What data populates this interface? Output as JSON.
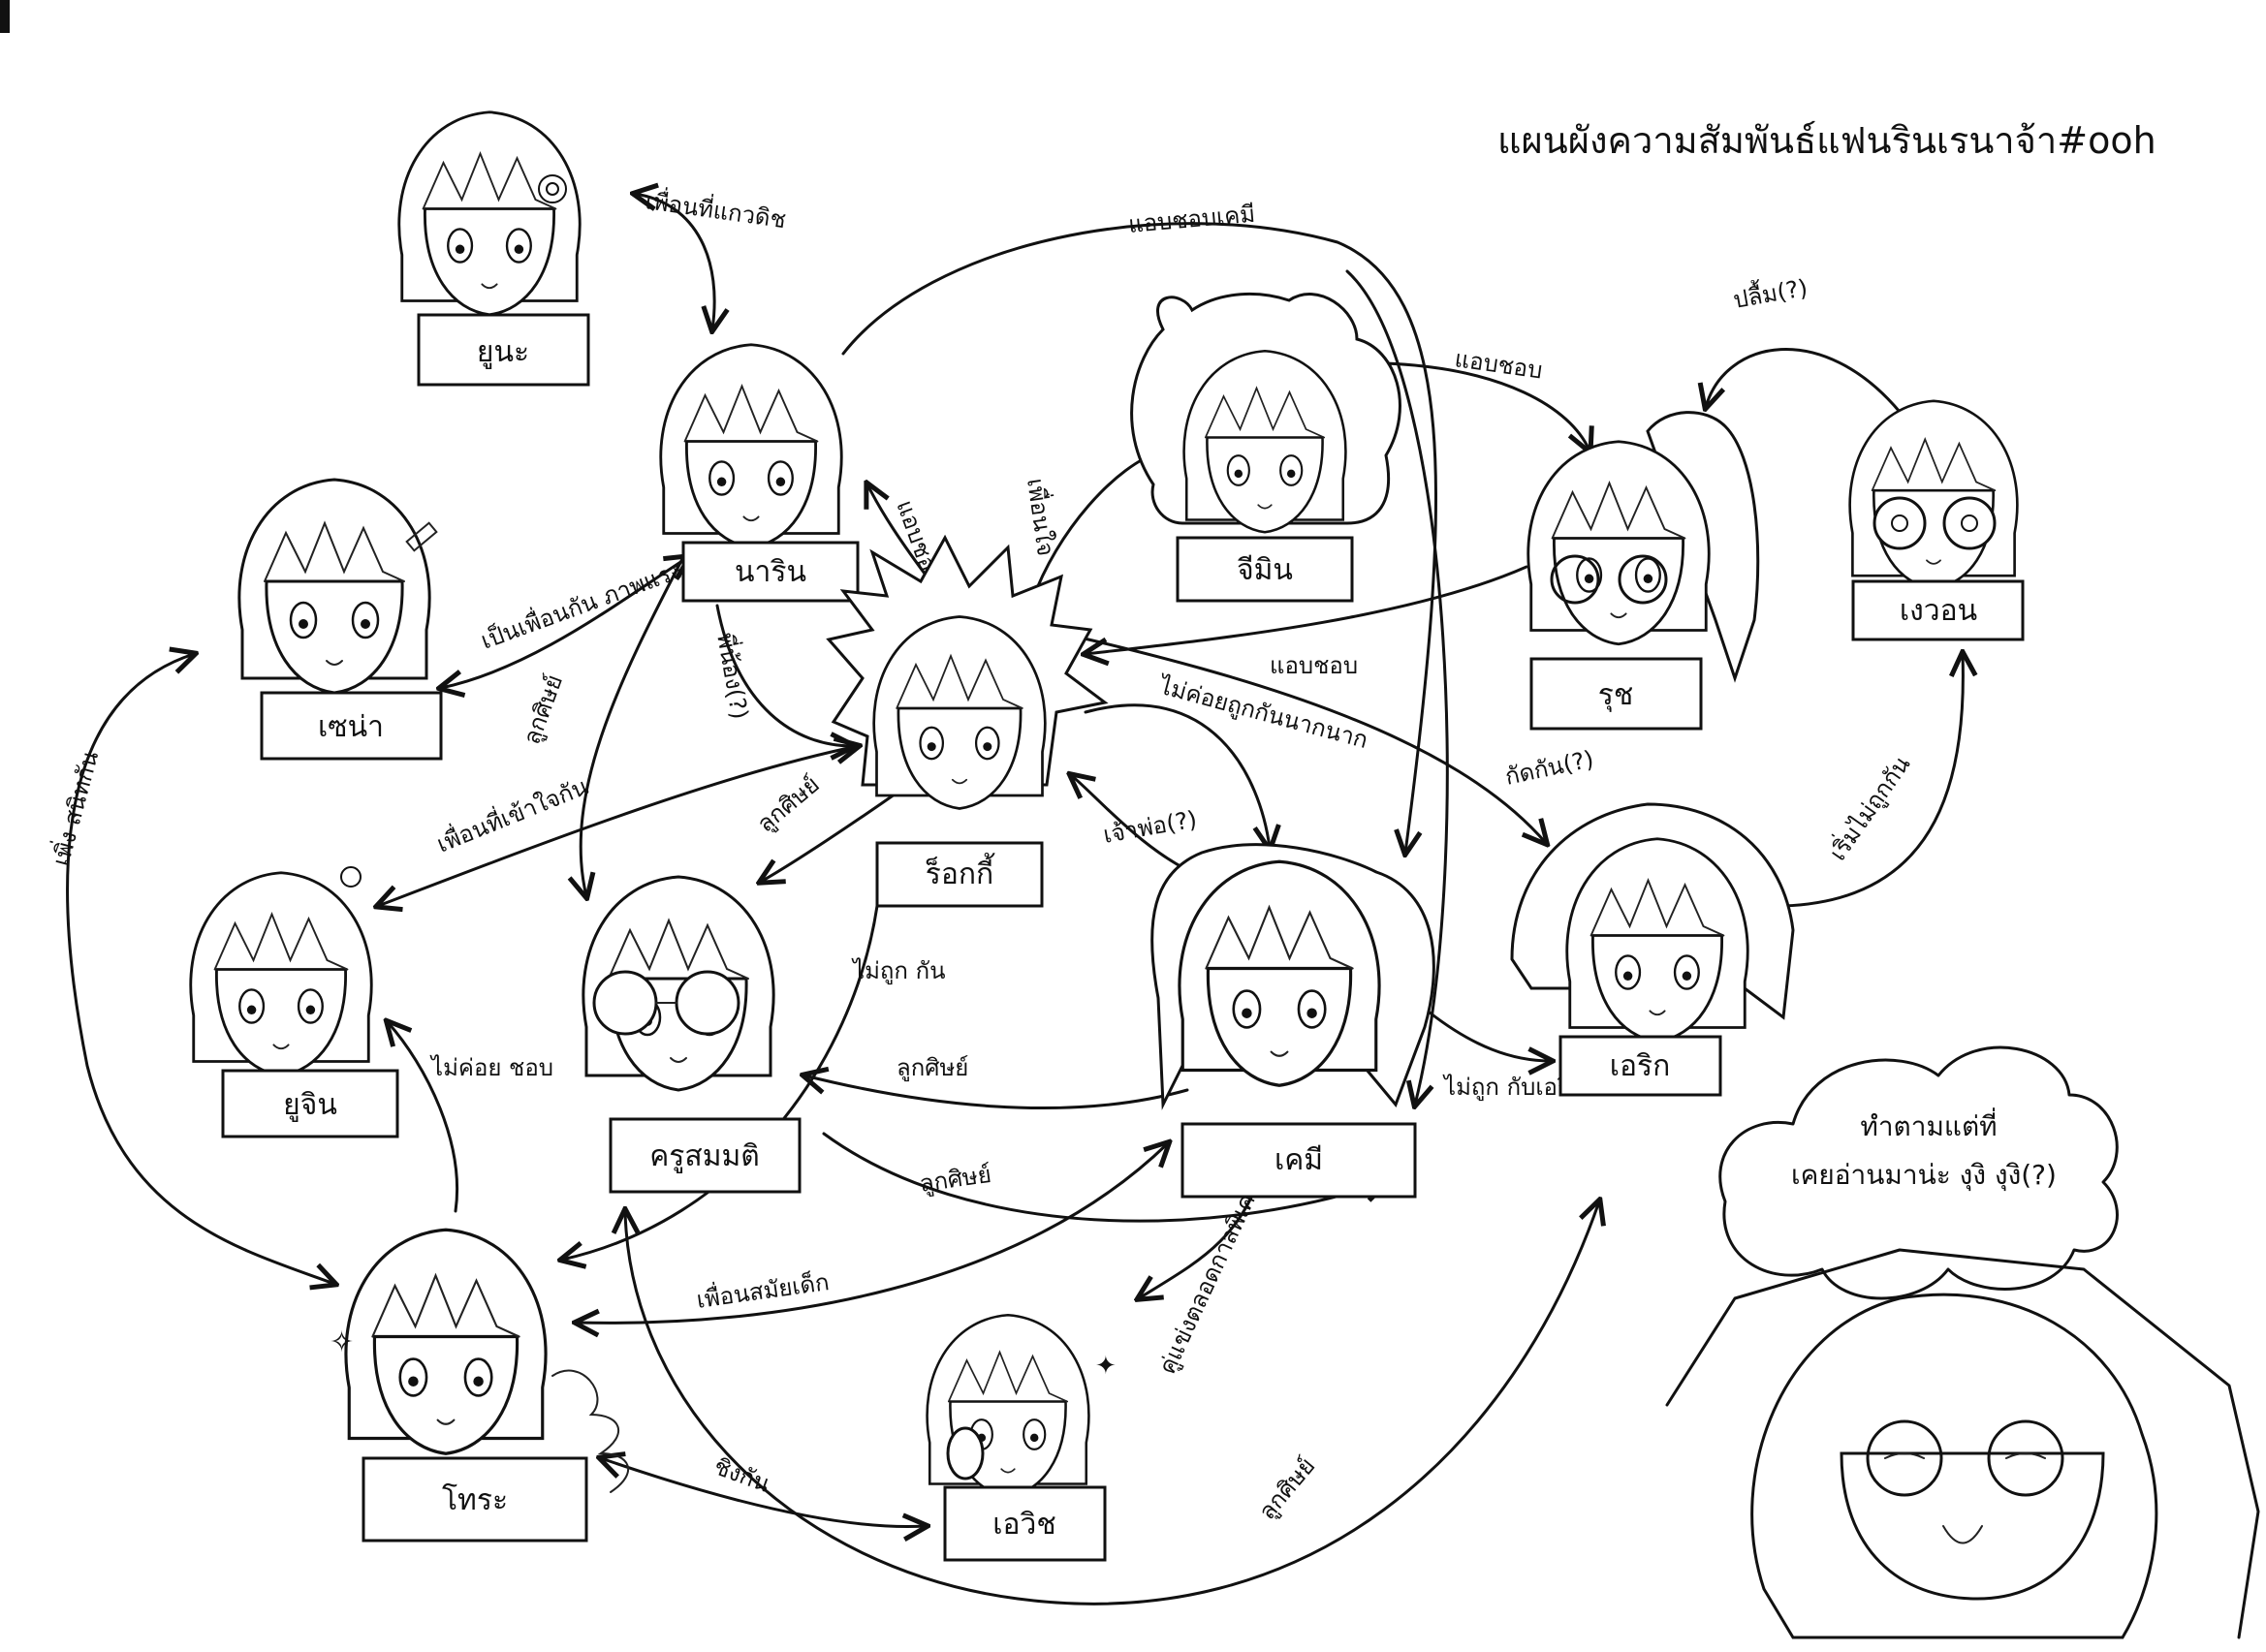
{
  "title": "แผนผังความสัมพันธ์แฟนรินเรนาจ้า#ooh",
  "characters": [
    {
      "id": "yuna",
      "name": "ยูนะ"
    },
    {
      "id": "narin",
      "name": "นาริน"
    },
    {
      "id": "sena",
      "name": "เซน่า"
    },
    {
      "id": "rocky",
      "name": "ร็อกกี้"
    },
    {
      "id": "jimin",
      "name": "จีมิน"
    },
    {
      "id": "ruch",
      "name": "รุช"
    },
    {
      "id": "ngwon",
      "name": "เงวอน"
    },
    {
      "id": "yujin",
      "name": "ยูจิน"
    },
    {
      "id": "kru-sommut",
      "name": "ครูสมมติ"
    },
    {
      "id": "kemi",
      "name": "เคมี"
    },
    {
      "id": "eric",
      "name": "เอริก"
    },
    {
      "id": "tora",
      "name": "โทระ"
    },
    {
      "id": "aoi",
      "name": "เอวิช"
    }
  ],
  "relations": [
    "เพื่อนที่แกวดิช",
    "แอบชอบเคมี",
    "แอบชอบ",
    "ปลื้ม(?)",
    "แอบชอบ",
    "พี่น้อง(?)",
    "เพื่อนใจ",
    "เป็นเพื่อนกัน ภาพแรง",
    "ลูกศิษย์",
    "แอบชอบ",
    "ไม่ค่อยถูกกันนากนาก",
    "กัดกัน(?)",
    "เริ่มไม่ถูกกัน",
    "เพิ่ง สนิทกัน",
    "เพื่อนที่เข้าใจกัน",
    "ลูกศิษย์",
    "เจ้าพ่อ(?)",
    "ไม่ถูก กัน",
    "ลูกศิษย์",
    "ไม่ค่อย ชอบ",
    "ไม่ถูก กับเอริก",
    "ลูกศิษย์",
    "เพื่อนสมัยเด็ก",
    "คู่แข่งตลอดกาลพิเศษ",
    "ชิงกัน",
    "ลูกศิษย์"
  ],
  "bubble": {
    "line1": "ทำตามแต่ที่",
    "line2": "เคยอ่านมาน่ะ งุงิ งุงิ(?)"
  }
}
